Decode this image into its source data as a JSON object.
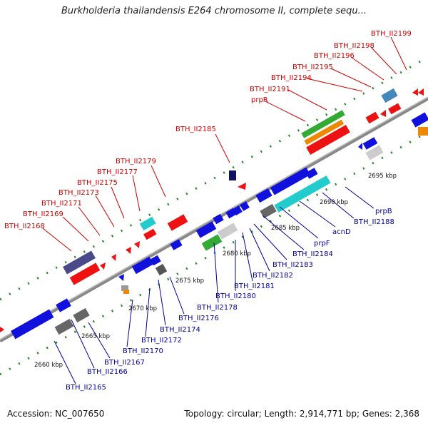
{
  "title": "Burkholderia thailandensis E264 chromosome II, complete sequ...",
  "footer": {
    "accession": "Accession: NC_007650",
    "summary": "Topology: circular; Length: 2,914,771 bp; Genes: 2,368"
  },
  "colors": {
    "forward_label": "#cc0000",
    "reverse_label": "#000099",
    "backbone": "#888888",
    "tick": "#228822"
  },
  "scale_labels": [
    "2660 kbp",
    "2665 kbp",
    "2670 kbp",
    "2675 kbp",
    "2680 kbp",
    "2685 kbp",
    "2690 kbp",
    "2695 kbp"
  ],
  "forward_genes": [
    "BTH_II2168",
    "BTH_II2169",
    "BTH_II2171",
    "BTH_II2173",
    "BTH_II2175",
    "BTH_II2177",
    "BTH_II2179",
    "BTH_II2185",
    "prpR",
    "BTH_II2191",
    "BTH_II2194",
    "BTH_II2195",
    "BTH_II2196",
    "BTH_II2198",
    "BTH_II2199"
  ],
  "reverse_genes": [
    "BTH_II2165",
    "BTH_II2166",
    "BTH_II2167",
    "BTH_II2170",
    "BTH_II2172",
    "BTH_II2174",
    "BTH_II2176",
    "BTH_II2178",
    "BTH_II2180",
    "BTH_II2181",
    "BTH_II2182",
    "BTH_II2183",
    "BTH_II2184",
    "prpF",
    "acnD",
    "BTH_II2188",
    "prpB"
  ]
}
